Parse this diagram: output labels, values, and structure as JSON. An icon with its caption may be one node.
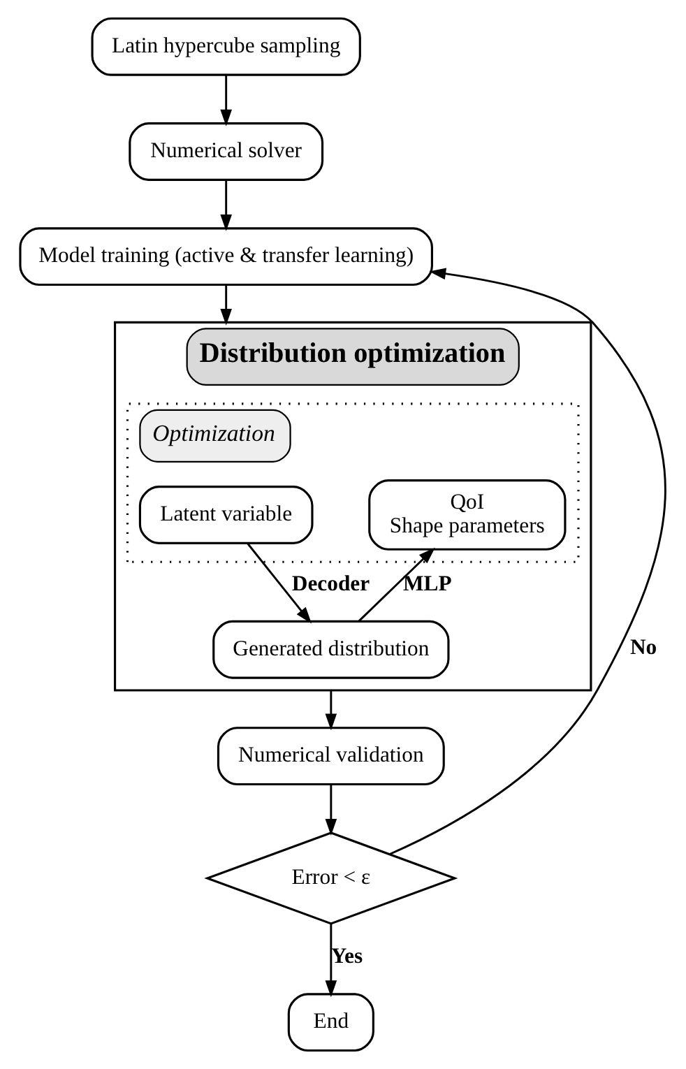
{
  "diagram": {
    "nodes": [
      {
        "text": [
          "Latin hypercube sampling"
        ]
      },
      {
        "text": [
          "Numerical solver"
        ]
      },
      {
        "text": [
          "Model training (active & transfer learning)"
        ]
      },
      {
        "text": [
          "Distribution optimization"
        ]
      },
      {
        "text": [
          "Optimization"
        ],
        "in": 3
      },
      {
        "text": [
          "Latent variable"
        ],
        "in": 4
      },
      {
        "text": [
          "Generated distribution"
        ],
        "in": 3
      },
      {
        "text": [
          "QoI",
          "Shape parameters"
        ],
        "in": 4
      },
      {
        "text": [
          "Numerical validation"
        ]
      },
      {
        "text": [
          "Error < ε"
        ]
      },
      {
        "text": [
          "End"
        ]
      }
    ],
    "edges": [
      {
        "from": 0,
        "to": 1,
        "arrow": "to"
      },
      {
        "from": 1,
        "to": 2,
        "arrow": "to"
      },
      {
        "from": 2,
        "to": 3,
        "arrow": "to"
      },
      {
        "from": 5,
        "to": 6,
        "arrow": "to",
        "label": "Decoder"
      },
      {
        "from": 6,
        "to": 7,
        "arrow": "to",
        "label": "MLP"
      },
      {
        "from": 3,
        "to": 8,
        "arrow": "to"
      },
      {
        "from": 8,
        "to": 9,
        "arrow": "to"
      },
      {
        "from": 9,
        "to": 10,
        "arrow": "to",
        "label": "Yes"
      },
      {
        "from": 9,
        "to": 2,
        "arrow": "to",
        "label": "No"
      }
    ]
  }
}
